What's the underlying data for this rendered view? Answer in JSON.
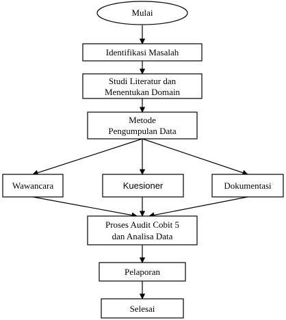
{
  "nodes": {
    "start": "Mulai",
    "identify": "Identifikasi Masalah",
    "literature_line1": "Studi Literatur dan",
    "literature_line2": "Menentukan Domain",
    "method_line1": "Metode",
    "method_line2": "Pengumpulan Data",
    "interview": "Wawancara",
    "questionnaire": "Kuesioner",
    "documentation": "Dokumentasi",
    "audit_line1": "Proses Audit Cobit 5",
    "audit_line2": "dan Analisa Data",
    "report": "Pelaporan",
    "end": "Selesai"
  }
}
